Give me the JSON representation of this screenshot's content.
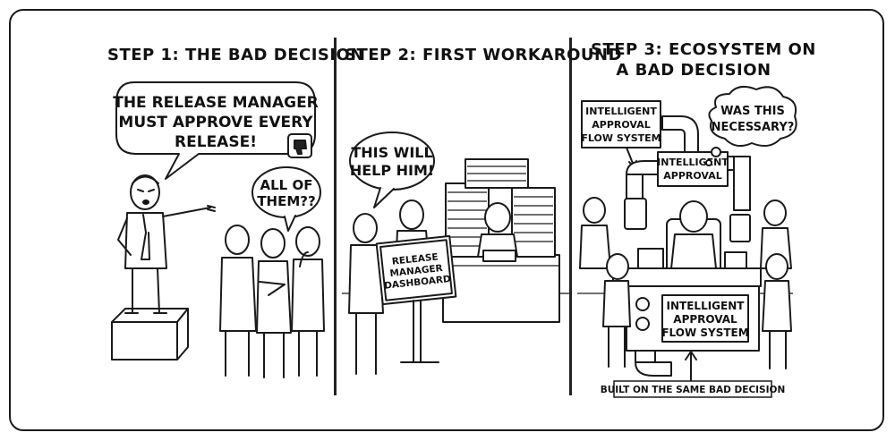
{
  "panels": [
    {
      "title": "STEP 1: THE BAD DECISION",
      "speech_manager": [
        "THE RELEASE MANAGER",
        "MUST APPROVE EVERY",
        "RELEASE!"
      ],
      "speech_crowd": [
        "ALL OF",
        "THEM??"
      ],
      "icon": "thumbs-down-icon"
    },
    {
      "title": "STEP 2: FIRST WORKAROUND",
      "speech": [
        "THIS WILL",
        "HELP HIM!"
      ],
      "sign": [
        "RELEASE",
        "MANAGER",
        "DASHBOARD"
      ]
    },
    {
      "title_lines": [
        "STEP 3: ECOSYSTEM ON",
        "A BAD DECISION"
      ],
      "label_flow_top": [
        "INTELLIGENT",
        "APPROVAL",
        "FLOW SYSTEM"
      ],
      "label_approval": [
        "INTELLIGENT",
        "APPROVAL"
      ],
      "thought": [
        "WAS THIS",
        "NECESSARY?"
      ],
      "machine_label": [
        "INTELLIGENT",
        "APPROVAL",
        "FLOW SYSTEM"
      ],
      "caption": "BUILT ON THE SAME BAD DECISION"
    }
  ]
}
